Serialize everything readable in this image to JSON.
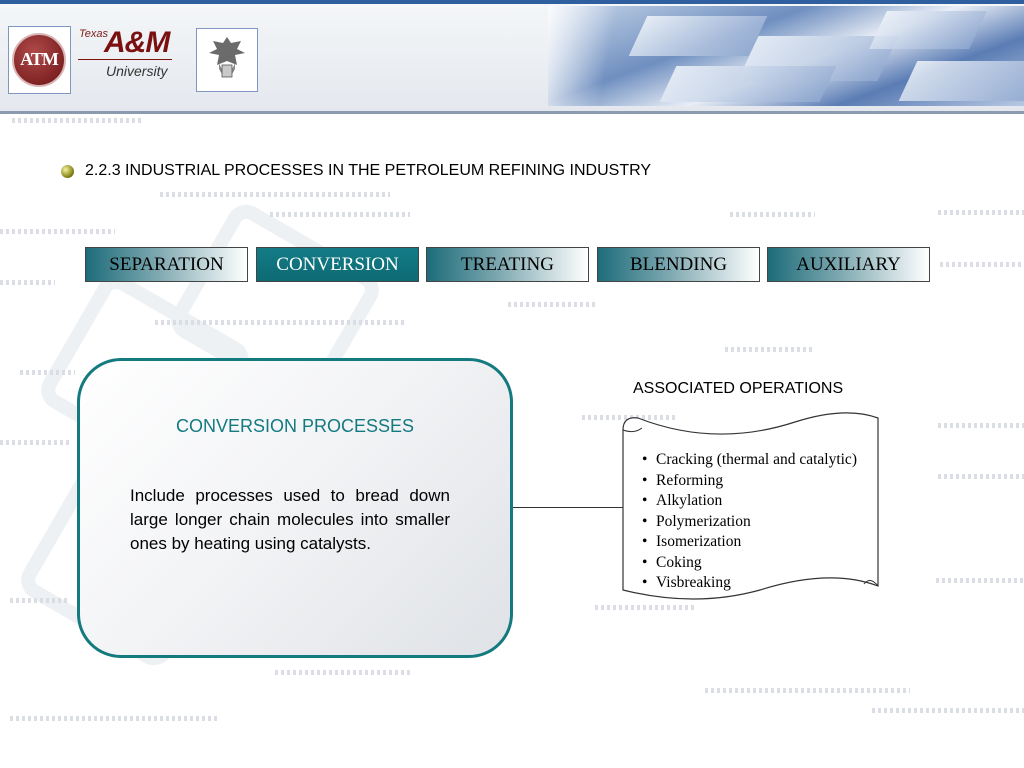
{
  "header": {
    "brand_small": "Texas",
    "brand_large": "A&M",
    "brand_sub": "University",
    "seal_text": "ATM"
  },
  "page_title": "2.2.3  INDUSTRIAL PROCESSES IN THE PETROLEUM REFINING INDUSTRY",
  "tabs": [
    {
      "label": "SEPARATION",
      "active": false
    },
    {
      "label": "CONVERSION",
      "active": true
    },
    {
      "label": "TREATING",
      "active": false
    },
    {
      "label": "BLENDING",
      "active": false
    },
    {
      "label": "AUXILIARY",
      "active": false
    }
  ],
  "card": {
    "title": "CONVERSION PROCESSES",
    "body": "Include processes used to bread down large longer chain molecules into smaller ones by heating using catalysts."
  },
  "associated": {
    "title": "ASSOCIATED OPERATIONS",
    "items": [
      "Cracking (thermal and catalytic)",
      "Reforming",
      "Alkylation",
      "Polymerization",
      "Isomerization",
      "Coking",
      "Visbreaking"
    ]
  },
  "colors": {
    "accent_teal": "#137a80",
    "aggie_maroon": "#7a1010",
    "header_blue": "#2f5f9e"
  }
}
